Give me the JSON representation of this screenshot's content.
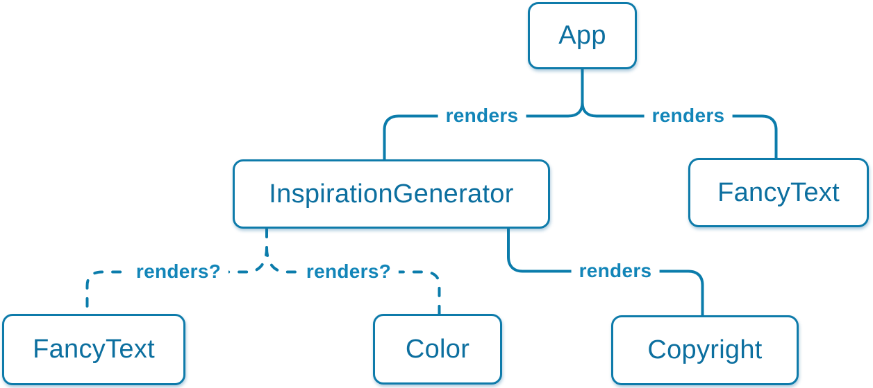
{
  "diagram": {
    "type": "component-render-tree",
    "background": "#ffffff"
  },
  "colors": {
    "background": "#ffffff",
    "line": "#0b7cab",
    "node-border": "#0e7baa",
    "node-bg": "#ffffff",
    "node-text": "#0c6f9f",
    "label-text": "#1285b8",
    "node-shadow": "rgba(30,110,160,0.35)"
  },
  "nodes": [
    {
      "id": "app",
      "label": "App"
    },
    {
      "id": "inspiration-generator",
      "label": "InspirationGenerator"
    },
    {
      "id": "fancy-text-top",
      "label": "FancyText"
    },
    {
      "id": "fancy-text-bottom",
      "label": "FancyText"
    },
    {
      "id": "color",
      "label": "Color"
    },
    {
      "id": "copyright",
      "label": "Copyright"
    }
  ],
  "edges": [
    {
      "from": "App",
      "to": "InspirationGenerator",
      "label": "renders",
      "style": "solid"
    },
    {
      "from": "App",
      "to": "FancyText",
      "label": "renders",
      "style": "solid"
    },
    {
      "from": "InspirationGenerator",
      "to": "FancyText",
      "label": "renders?",
      "style": "dashed"
    },
    {
      "from": "InspirationGenerator",
      "to": "Color",
      "label": "renders?",
      "style": "dashed"
    },
    {
      "from": "InspirationGenerator",
      "to": "Copyright",
      "label": "renders",
      "style": "solid"
    }
  ]
}
